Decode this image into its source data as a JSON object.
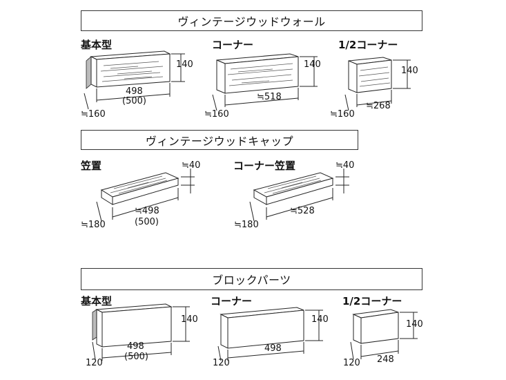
{
  "sections": {
    "wall": {
      "title": "ヴィンテージウッドウォール",
      "basic": {
        "name": "基本型",
        "height": "140",
        "length": "498",
        "length_sub": "(500)",
        "depth": "≒160"
      },
      "corner": {
        "name": "コーナー",
        "height": "140",
        "length": "≒518",
        "depth": "≒160"
      },
      "half_corner": {
        "name": "1/2コーナー",
        "height": "140",
        "length": "≒268",
        "depth": "≒160"
      }
    },
    "cap": {
      "title": "ヴィンテージウッドキャップ",
      "kasagi": {
        "name": "笠置",
        "height": "≒40",
        "length": "≒498",
        "length_sub": "(500)",
        "depth": "≒180"
      },
      "corner_kasagi": {
        "name": "コーナー笠置",
        "height": "≒40",
        "length": "≒528",
        "depth": "≒180"
      }
    },
    "block": {
      "title": "ブロックパーツ",
      "basic": {
        "name": "基本型",
        "height": "140",
        "length": "498",
        "length_sub": "(500)",
        "depth": "120"
      },
      "corner": {
        "name": "コーナー",
        "height": "140",
        "length": "498",
        "depth": "120"
      },
      "half_corner": {
        "name": "1/2コーナー",
        "height": "140",
        "length": "248",
        "depth": "120"
      }
    }
  }
}
